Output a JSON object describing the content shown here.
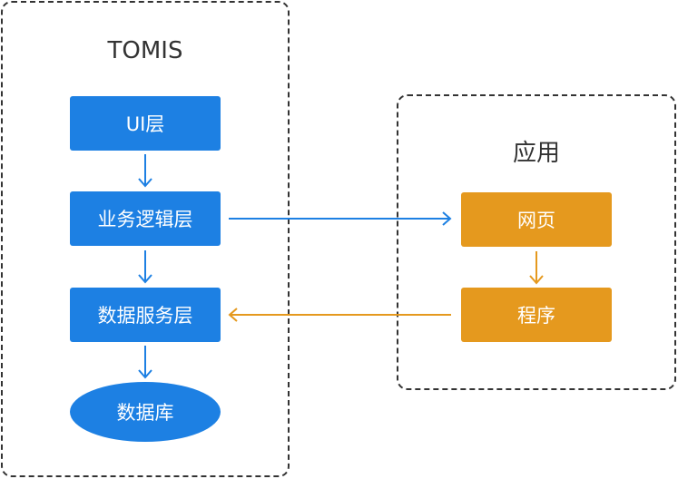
{
  "groups": {
    "tomis": {
      "title": "TOMIS"
    },
    "app": {
      "title": "应用"
    }
  },
  "nodes": {
    "ui_layer": "UI层",
    "business_logic_layer": "业务逻辑层",
    "data_service_layer": "数据服务层",
    "database": "数据库",
    "web_page": "网页",
    "program": "程序"
  },
  "colors": {
    "tomis_node": "#1d80e3",
    "app_node": "#e5991e",
    "border": "#333333",
    "node_text": "#ffffff"
  },
  "edges": [
    {
      "from": "UI层",
      "to": "业务逻辑层",
      "color": "#1d80e3"
    },
    {
      "from": "业务逻辑层",
      "to": "数据服务层",
      "color": "#1d80e3"
    },
    {
      "from": "数据服务层",
      "to": "数据库",
      "color": "#1d80e3"
    },
    {
      "from": "业务逻辑层",
      "to": "网页",
      "color": "#1d80e3"
    },
    {
      "from": "网页",
      "to": "程序",
      "color": "#e5991e"
    },
    {
      "from": "程序",
      "to": "数据服务层",
      "color": "#e5991e"
    }
  ]
}
